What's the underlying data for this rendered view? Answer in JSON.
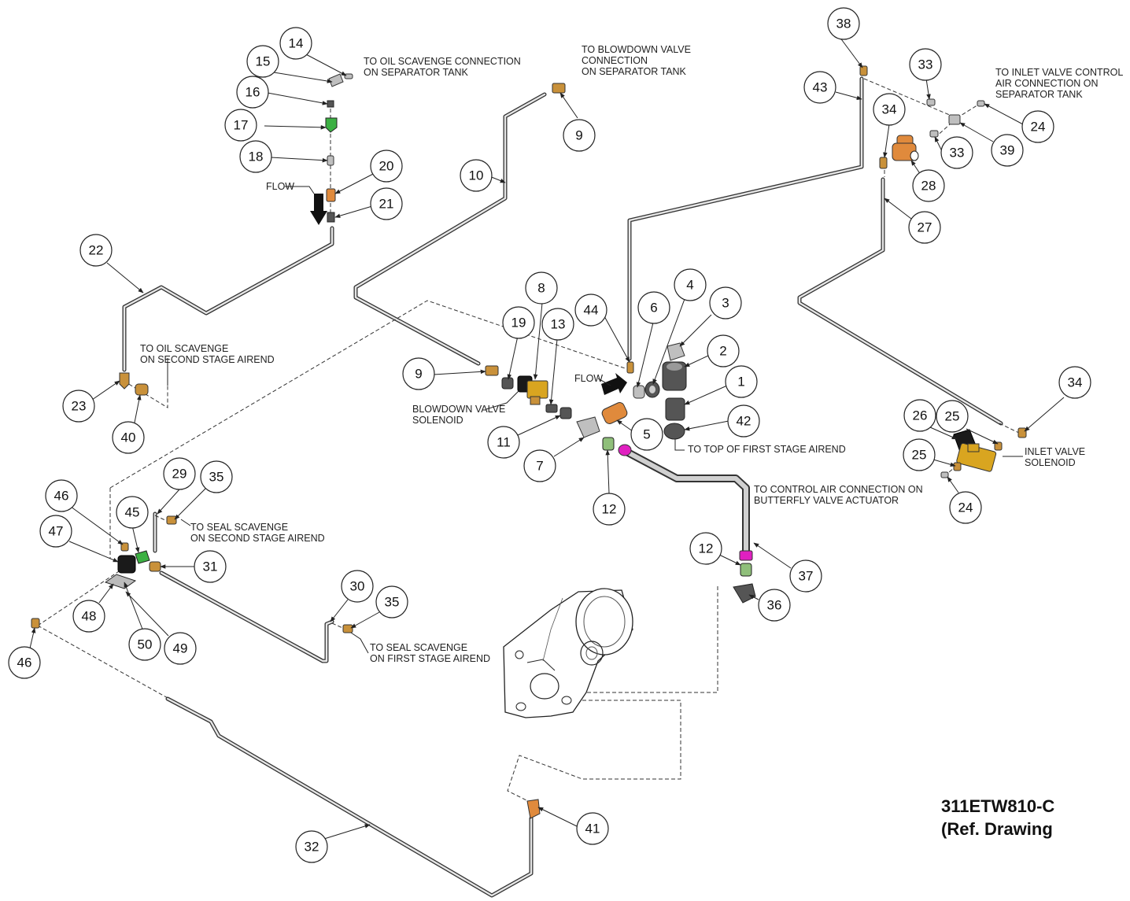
{
  "callouts": {
    "c1": "1",
    "c2": "2",
    "c3": "3",
    "c4": "4",
    "c5": "5",
    "c6": "6",
    "c7": "7",
    "c8": "8",
    "c9a": "9",
    "c9b": "9",
    "c10": "10",
    "c11": "11",
    "c12a": "12",
    "c12b": "12",
    "c13": "13",
    "c14": "14",
    "c15": "15",
    "c16": "16",
    "c17": "17",
    "c18": "18",
    "c19": "19",
    "c20": "20",
    "c21": "21",
    "c22": "22",
    "c23": "23",
    "c24a": "24",
    "c24b": "24",
    "c25a": "25",
    "c25b": "25",
    "c26": "26",
    "c27": "27",
    "c28": "28",
    "c29": "29",
    "c30": "30",
    "c31": "31",
    "c32": "32",
    "c33a": "33",
    "c33b": "33",
    "c34a": "34",
    "c34b": "34",
    "c35a": "35",
    "c35b": "35",
    "c36": "36",
    "c37": "37",
    "c38": "38",
    "c39": "39",
    "c40": "40",
    "c41": "41",
    "c42": "42",
    "c43": "43",
    "c44": "44",
    "c45": "45",
    "c46a": "46",
    "c46b": "46",
    "c47": "47",
    "c48": "48",
    "c49": "49",
    "c50": "50"
  },
  "notes": {
    "oil_scavenge_tank_1": "TO OIL SCAVENGE CONNECTION",
    "oil_scavenge_tank_2": "ON SEPARATOR TANK",
    "blowdown_conn_1": "TO BLOWDOWN VALVE",
    "blowdown_conn_2": "CONNECTION",
    "blowdown_conn_3": "ON SEPARATOR TANK",
    "inlet_control_1": "TO INLET VALVE CONTROL",
    "inlet_control_2": "AIR CONNECTION ON",
    "inlet_control_3": "SEPARATOR TANK",
    "flow_1": "FLOW",
    "flow_2": "FLOW",
    "oil_second_1": "TO OIL SCAVENGE",
    "oil_second_2": "ON SECOND STAGE AIREND",
    "blowdown_sol_1": "BLOWDOWN VALVE",
    "blowdown_sol_2": "SOLENOID",
    "top_first": "TO TOP OF FIRST STAGE AIREND",
    "inlet_sol_1": "INLET VALVE",
    "inlet_sol_2": "SOLENOID",
    "butterfly_1": "TO CONTROL AIR CONNECTION ON",
    "butterfly_2": "BUTTERFLY VALVE ACTUATOR",
    "seal_second_1": "TO  SEAL SCAVENGE",
    "seal_second_2": "ON SECOND STAGE AIREND",
    "seal_first_1": "TO  SEAL SCAVENGE",
    "seal_first_2": "ON FIRST STAGE AIREND"
  },
  "drawing_ref": {
    "line1": "311ETW810-C",
    "line2": "(Ref. Drawing"
  }
}
